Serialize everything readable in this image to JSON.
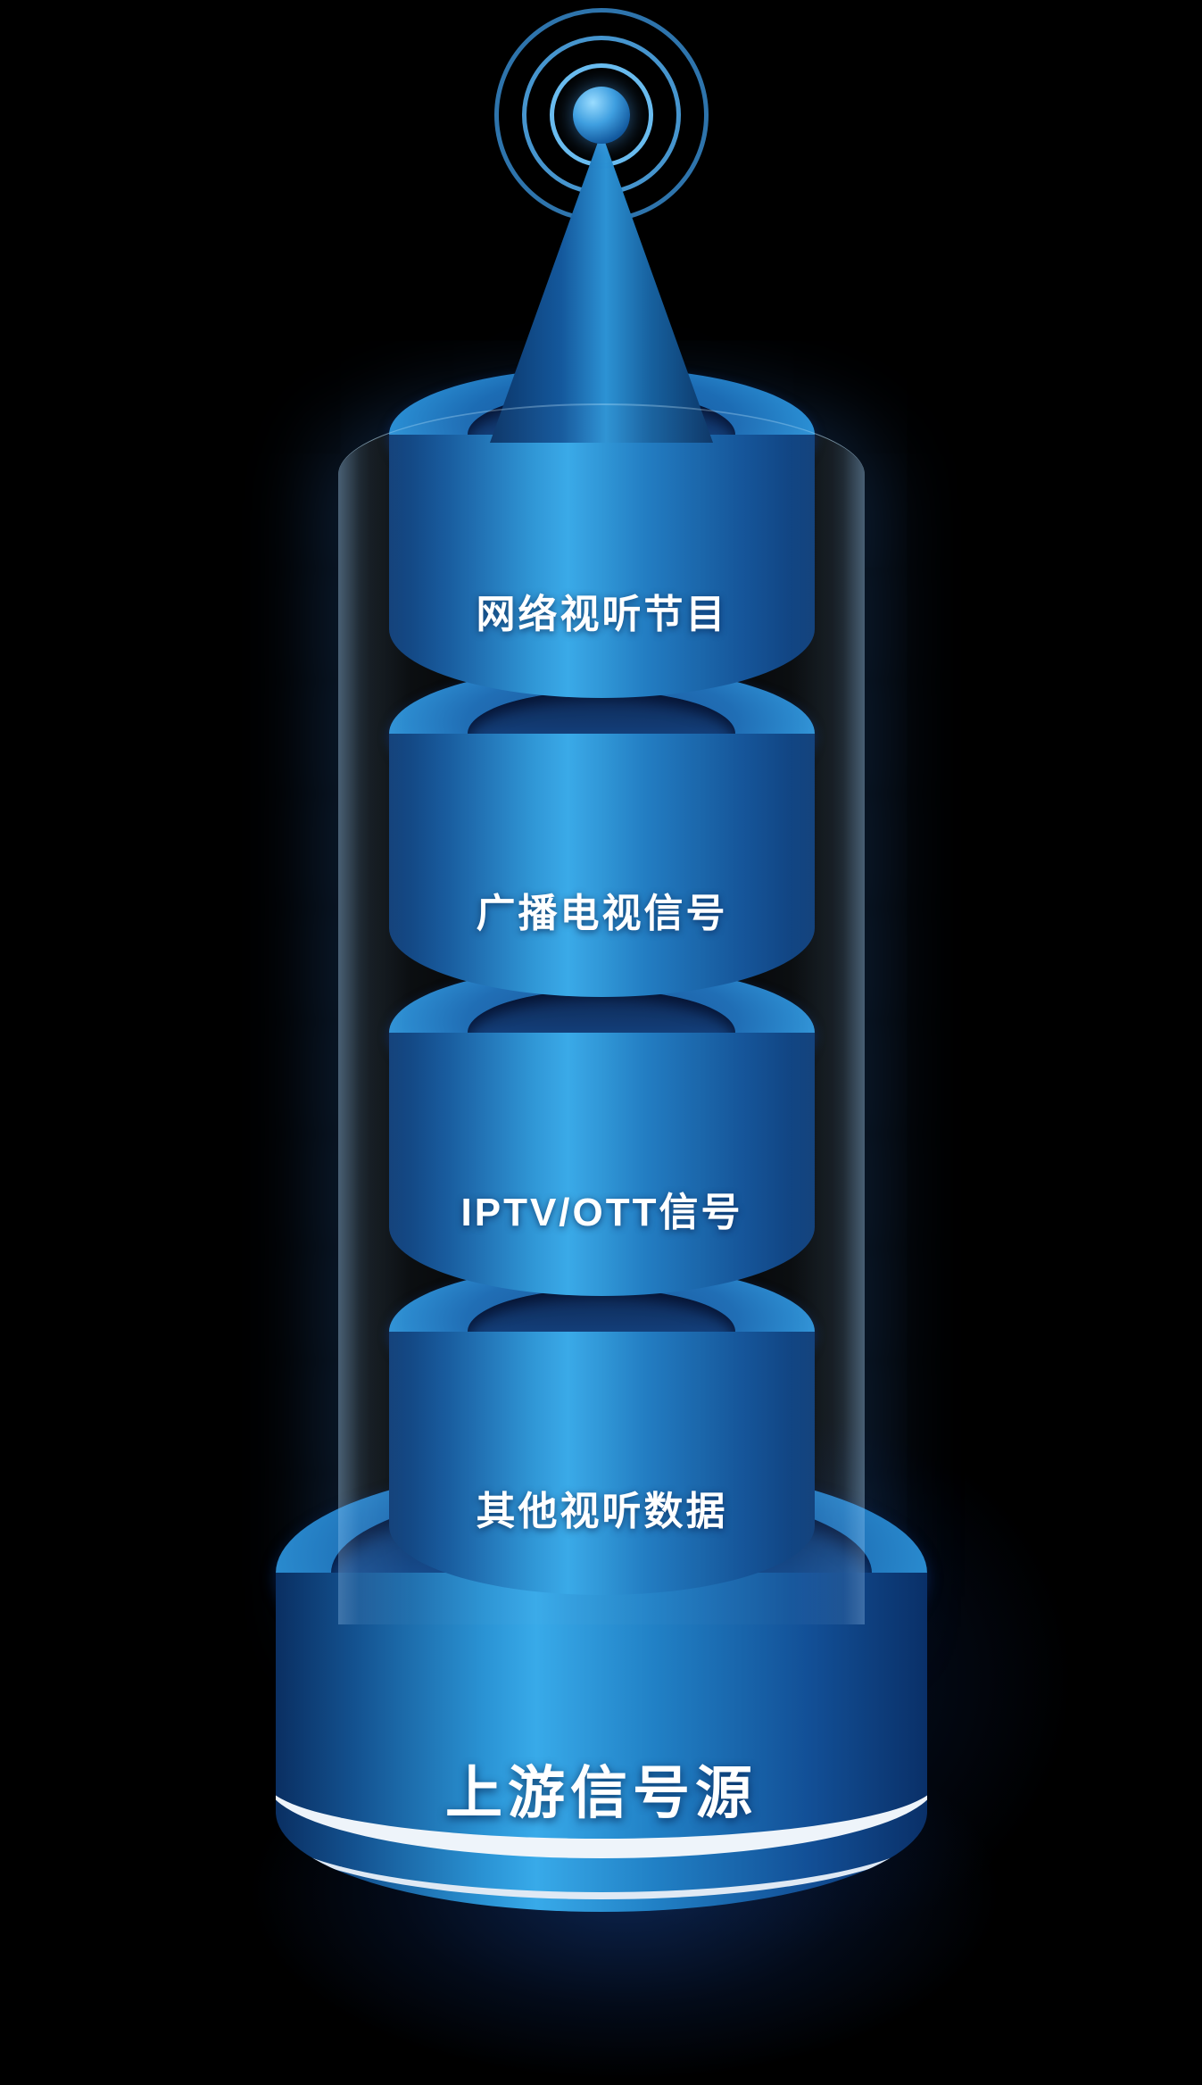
{
  "colors": {
    "background": "#000000",
    "cylinder_bright": "#37a9e8",
    "cylinder_dark": "#0c3a74",
    "glow": "#9fd4ff",
    "stripe_white": "#eef4fa",
    "text": "#ffffff"
  },
  "antenna": {
    "icon": "broadcast-antenna-icon"
  },
  "tower": {
    "layers": [
      {
        "label": "网络视听节目"
      },
      {
        "label": "广播电视信号"
      },
      {
        "label": "IPTV/OTT信号"
      },
      {
        "label": "其他视听数据"
      }
    ],
    "base": {
      "label": "上游信号源"
    }
  }
}
